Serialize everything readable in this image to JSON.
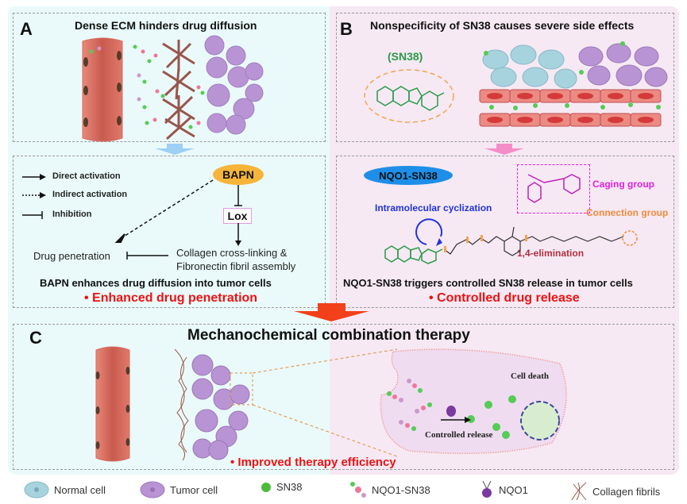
{
  "panel_a": {
    "label": "A",
    "title": "Dense ECM hinders drug diffusion",
    "legend": {
      "direct": "Direct activation",
      "indirect": "Indirect activation",
      "inhibition": "Inhibition"
    },
    "nodes": {
      "bapn": "BAPN",
      "lox": "Lox",
      "collagen_line1": "Collagen cross-linking &",
      "collagen_line2": "Fibronectin fibril assembly",
      "drug_penetration": "Drug penetration"
    },
    "summary": "BAPN enhances drug diffusion into tumor cells",
    "result": "• Enhanced drug penetration"
  },
  "panel_b": {
    "label": "B",
    "title": "Nonspecificity of SN38 causes severe side effects",
    "sn38_label": "(SN38)",
    "badge": "NQO1-SN38",
    "annotations": {
      "caging": "Caging group",
      "connection": "Connection group",
      "cyclization": "Intramolecular cyclization",
      "elimination": "1,4-elimination"
    },
    "summary": "NQO1-SN38 triggers controlled SN38 release in tumor cells",
    "result": "• Controlled drug release"
  },
  "panel_c": {
    "label": "C",
    "title": "Mechanochemical combination therapy",
    "cell_death": "Cell death",
    "controlled_release": "Controlled release",
    "result": "• Improved therapy efficiency"
  },
  "legend": [
    {
      "icon": "normal-cell-icon",
      "label": "Normal cell"
    },
    {
      "icon": "tumor-cell-icon",
      "label": "Tumor cell"
    },
    {
      "icon": "sn38-icon",
      "label": "SN38"
    },
    {
      "icon": "nqo1-sn38-icon",
      "label": "NQO1-SN38"
    },
    {
      "icon": "nqo1-icon",
      "label": "NQO1"
    },
    {
      "icon": "collagen-fibrils-icon",
      "label": "Collagen fibrils"
    }
  ],
  "colors": {
    "panel_a_bg": "#eafafa",
    "panel_b_bg": "#f6e9f3",
    "result_red": "#ee1111",
    "bapn_orange": "#f6b53a",
    "badge_blue": "#1e8ee8",
    "caging_magenta": "#e020e0",
    "connection_orange": "#f08a3c",
    "cyclization_blue": "#2233dd",
    "elimination_brown": "#b03040",
    "sn38_green": "#2a9a4a"
  }
}
